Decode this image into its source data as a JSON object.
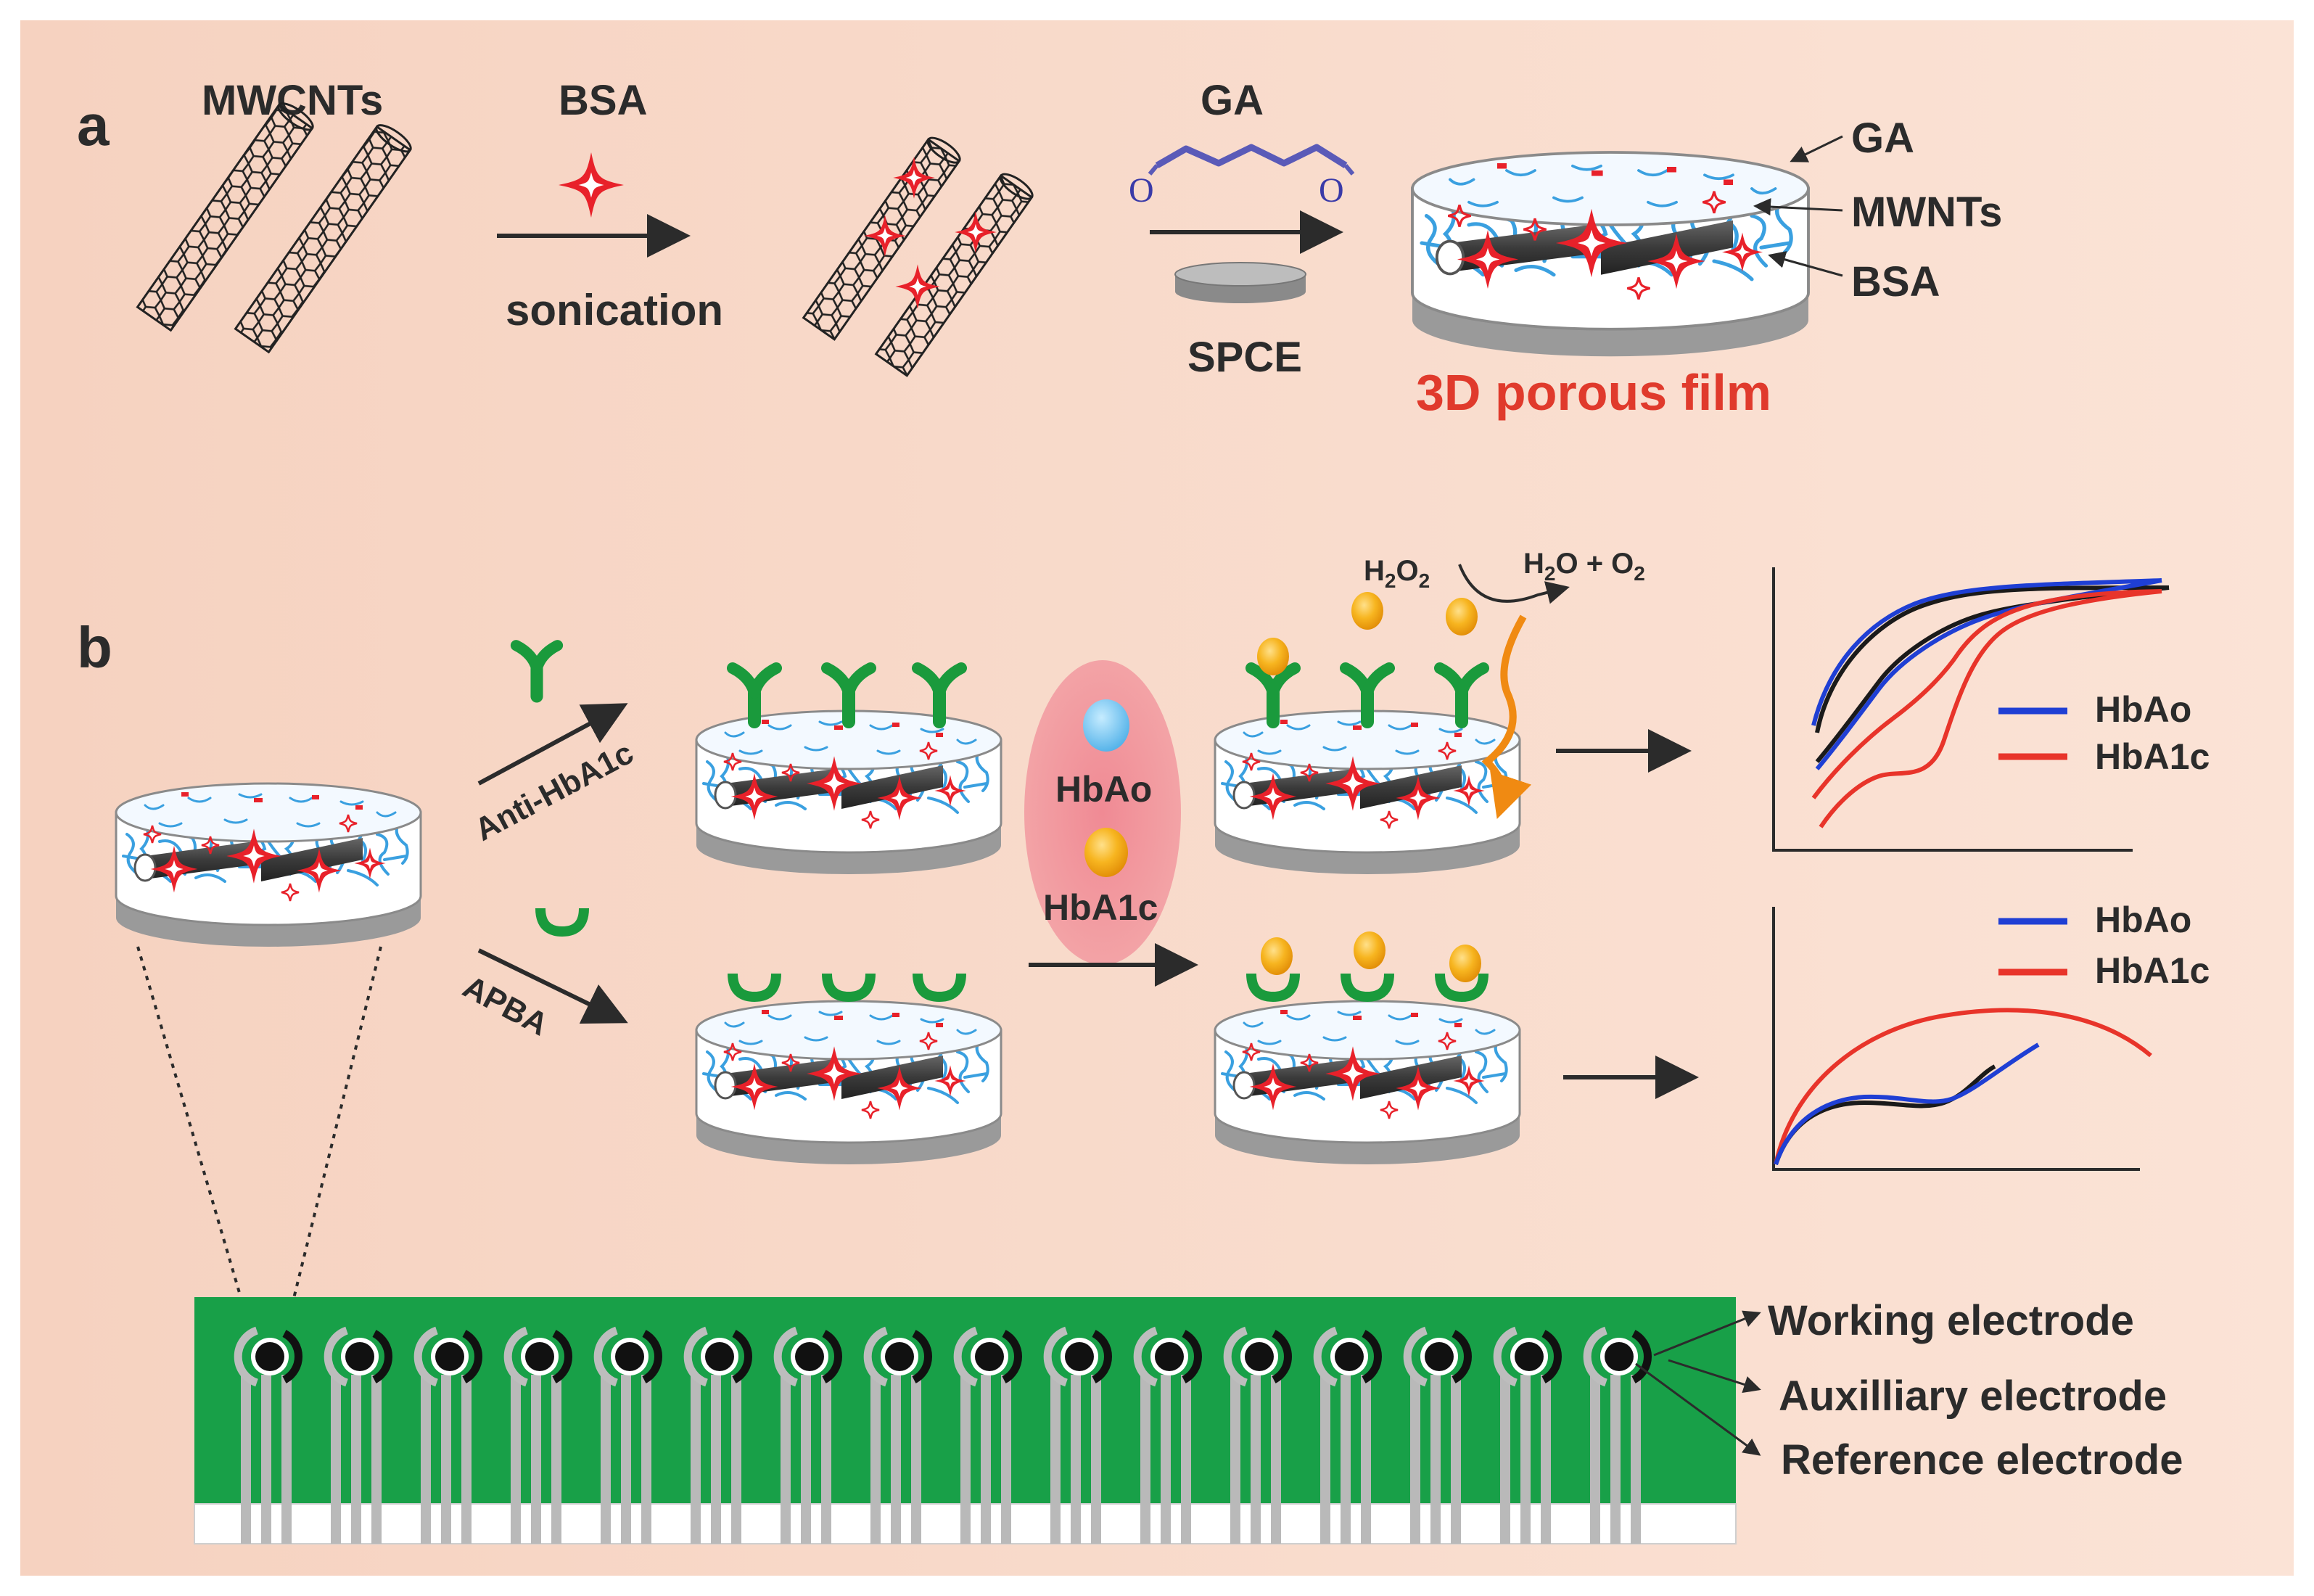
{
  "panel_a": {
    "letter": "a",
    "mwcnts_label": "MWCNTs",
    "bsa_label": "BSA",
    "sonication_label": "sonication",
    "ga_label": "GA",
    "o_left": "O",
    "o_right": "O",
    "spce_label": "SPCE",
    "film_ga_label": "GA",
    "film_mwnts_label": "MWNTs",
    "film_bsa_label": "BSA",
    "film_caption": "3D porous film"
  },
  "panel_b": {
    "letter": "b",
    "anti_label": "Anti-HbA1c",
    "apba_label": "APBA",
    "hbao_label": "HbAo",
    "hba1c_label": "HbA1c",
    "h2o2": {
      "main": "H",
      "sub1": "2",
      "mid": "O",
      "sub2": "2"
    },
    "products": {
      "p1": "H",
      "s1": "2",
      "p2": "O + O",
      "s2": "2"
    },
    "top_legend": [
      {
        "label": "HbAo",
        "color": "#1f3fd4"
      },
      {
        "label": "HbA1c",
        "color": "#e8342a"
      }
    ],
    "bottom_legend": [
      {
        "label": "HbAo",
        "color": "#1f3fd4"
      },
      {
        "label": "HbA1c",
        "color": "#e8342a"
      }
    ]
  },
  "electrode": {
    "working": "Working electrode",
    "auxilliary": "Auxilliary electrode",
    "reference": "Reference electrode",
    "count": 16
  },
  "colors": {
    "background": "#f8d8c6",
    "pcb_green": "#18a048",
    "antibody_green": "#1a9a3c",
    "bsa_red": "#e8212a",
    "network_blue": "#3aa0e0",
    "gold": "#f5a81a",
    "arrow": "#2b2b2b",
    "arrow_orange": "#f08a12"
  }
}
